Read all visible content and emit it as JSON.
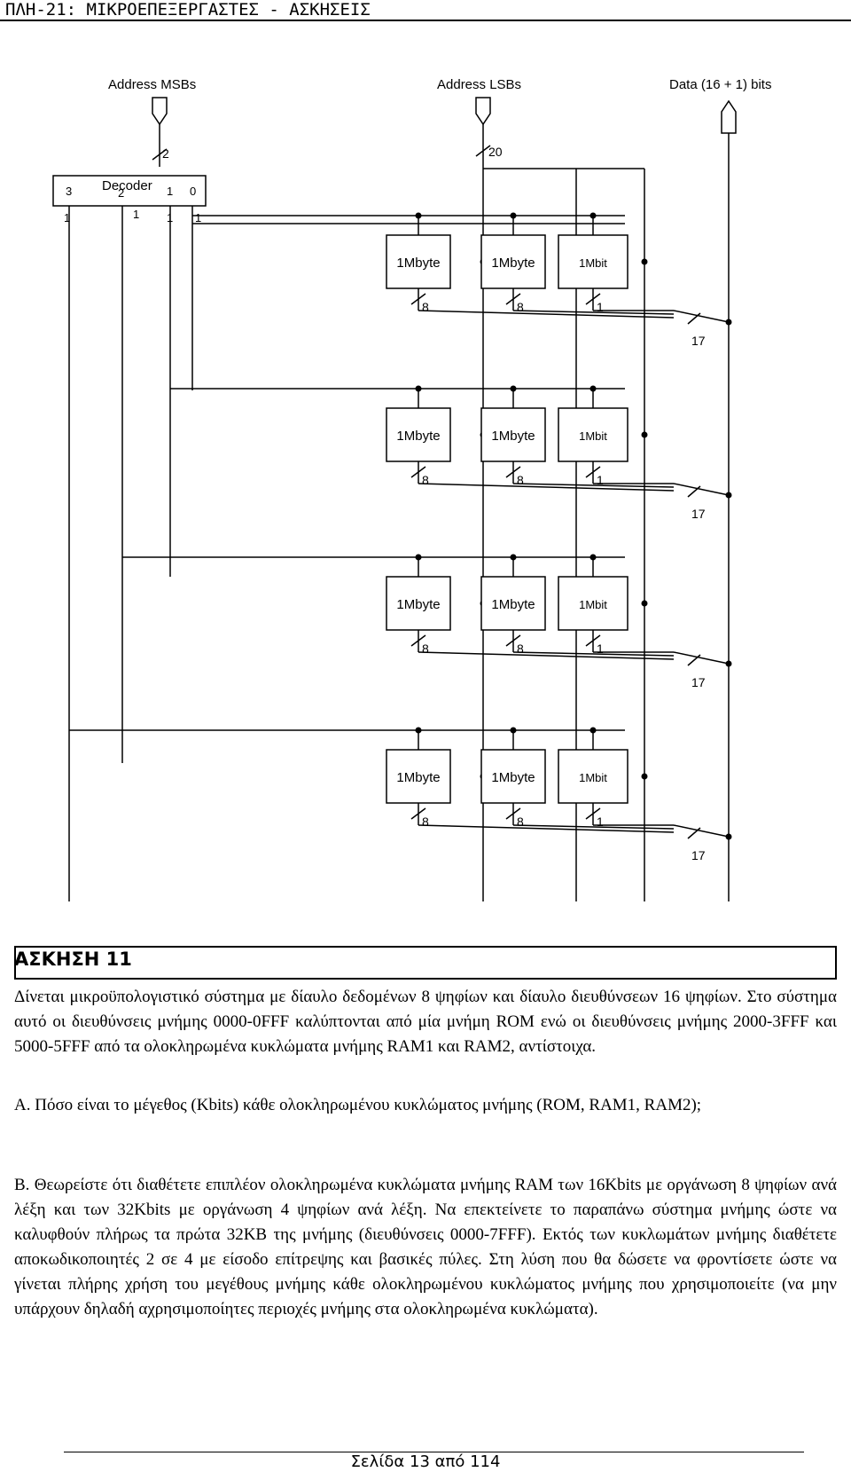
{
  "header": {
    "title": "ΠΛΗ-21: ΜΙΚΡΟΕΠΕΞΕΡΓΑΣΤΕΣ - ΑΣΚΗΣΕΙΣ"
  },
  "diagram": {
    "inputs": [
      "Address MSBs",
      "Address LSBs",
      "Data (16 + 1) bits"
    ],
    "msb_bus_width": "2",
    "lsb_bus_width": "20",
    "decoder": {
      "label": "Decoder",
      "output_labels": [
        "3",
        "2",
        "1",
        "0"
      ],
      "output_widths": [
        "1",
        "1",
        "1",
        "1"
      ]
    },
    "chip_labels": [
      "1Mbyte",
      "1Mbyte",
      "1Mbit"
    ],
    "chip_data_widths": [
      "8",
      "8",
      "1"
    ],
    "data_bus_width": "17"
  },
  "section": {
    "title": "ΑΣΚΗΣΗ 11"
  },
  "paragraphs": {
    "intro": "Δίνεται μικροϋπολογιστικό σύστημα με δίαυλο δεδομένων 8 ψηφίων και δίαυλο διευθύνσεων 16 ψηφίων. Στο σύστημα αυτό οι διευθύνσεις μνήμης 0000-0FFF καλύπτονται από μία μνήμη ROM ενώ οι διευθύνσεις μνήμης 2000-3FFF και 5000-5FFF από τα ολοκληρωμένα κυκλώματα μνήμης RAM1 και RAM2, αντίστοιχα.",
    "question_a": "A. Πόσο είναι το μέγεθος (Kbits) κάθε ολοκληρωμένου κυκλώματος μνήμης (ROM, RAM1, RAM2);",
    "question_b": "B. Θεωρείστε ότι διαθέτετε επιπλέον ολοκληρωμένα κυκλώματα μνήμης RAM των 16Kbits με οργάνωση 8 ψηφίων ανά λέξη και των 32Kbits με οργάνωση 4 ψηφίων ανά λέξη. Να επεκτείνετε το παραπάνω σύστημα μνήμης ώστε να καλυφθούν πλήρως τα πρώτα 32KB της μνήμης (διευθύνσεις 0000-7FFF). Εκτός των κυκλωμάτων μνήμης διαθέτετε αποκωδικοποιητές 2 σε 4 με είσοδο επίτρεψης και βασικές πύλες. Στη λύση που θα δώσετε να φροντίσετε ώστε να γίνεται πλήρης χρήση του μεγέθους μνήμης κάθε ολοκληρωμένου κυκλώματος μνήμης που χρησιμοποιείτε (να μην υπάρχουν δηλαδή αχρησιμοποίητες περιοχές μνήμης στα ολοκληρωμένα κυκλώματα)."
  },
  "footer": {
    "page_label": "Σελίδα 13 από 114"
  }
}
